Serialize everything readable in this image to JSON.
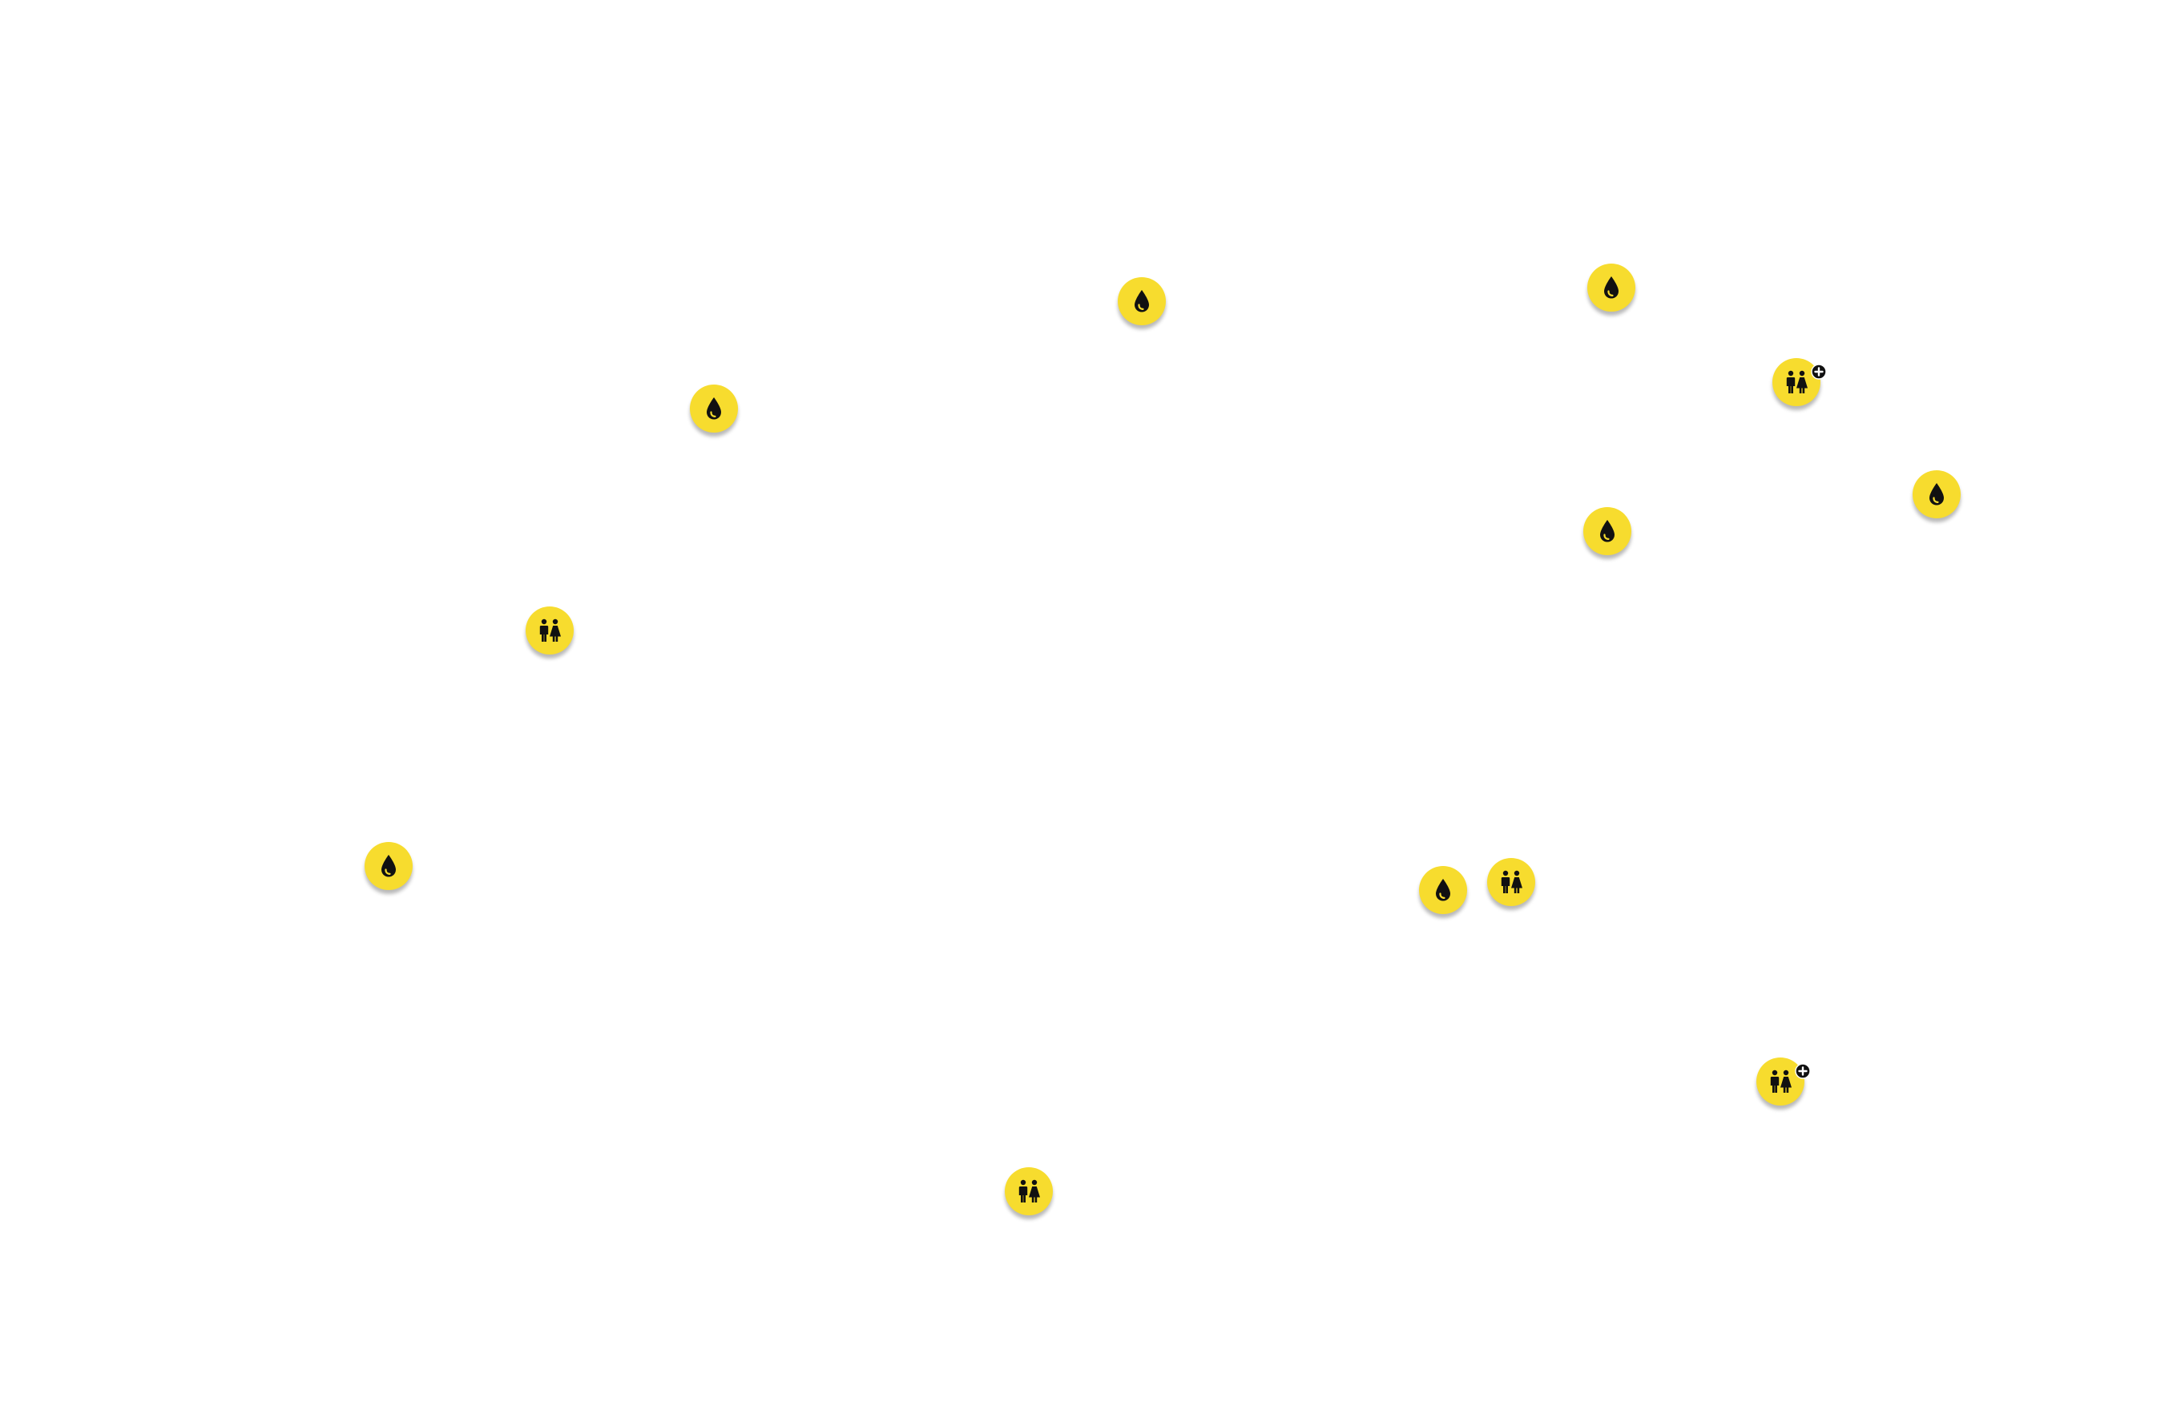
{
  "map": {
    "marker_color": "#f7dc2e",
    "icon_color": "#111111",
    "markers": [
      {
        "type": "water",
        "icon": "water-drop-icon"
      },
      {
        "type": "water",
        "icon": "water-drop-icon"
      },
      {
        "type": "toilet-accessible",
        "icon": "toilet-icon",
        "badge": "accessible-plus-icon"
      },
      {
        "type": "water",
        "icon": "water-drop-icon"
      },
      {
        "type": "water",
        "icon": "water-drop-icon"
      },
      {
        "type": "water",
        "icon": "water-drop-icon"
      },
      {
        "type": "toilet",
        "icon": "toilet-icon"
      },
      {
        "type": "water",
        "icon": "water-drop-icon"
      },
      {
        "type": "water",
        "icon": "water-drop-icon"
      },
      {
        "type": "toilet",
        "icon": "toilet-icon"
      },
      {
        "type": "toilet-accessible",
        "icon": "toilet-icon",
        "badge": "accessible-plus-icon"
      },
      {
        "type": "toilet",
        "icon": "toilet-icon"
      }
    ]
  }
}
